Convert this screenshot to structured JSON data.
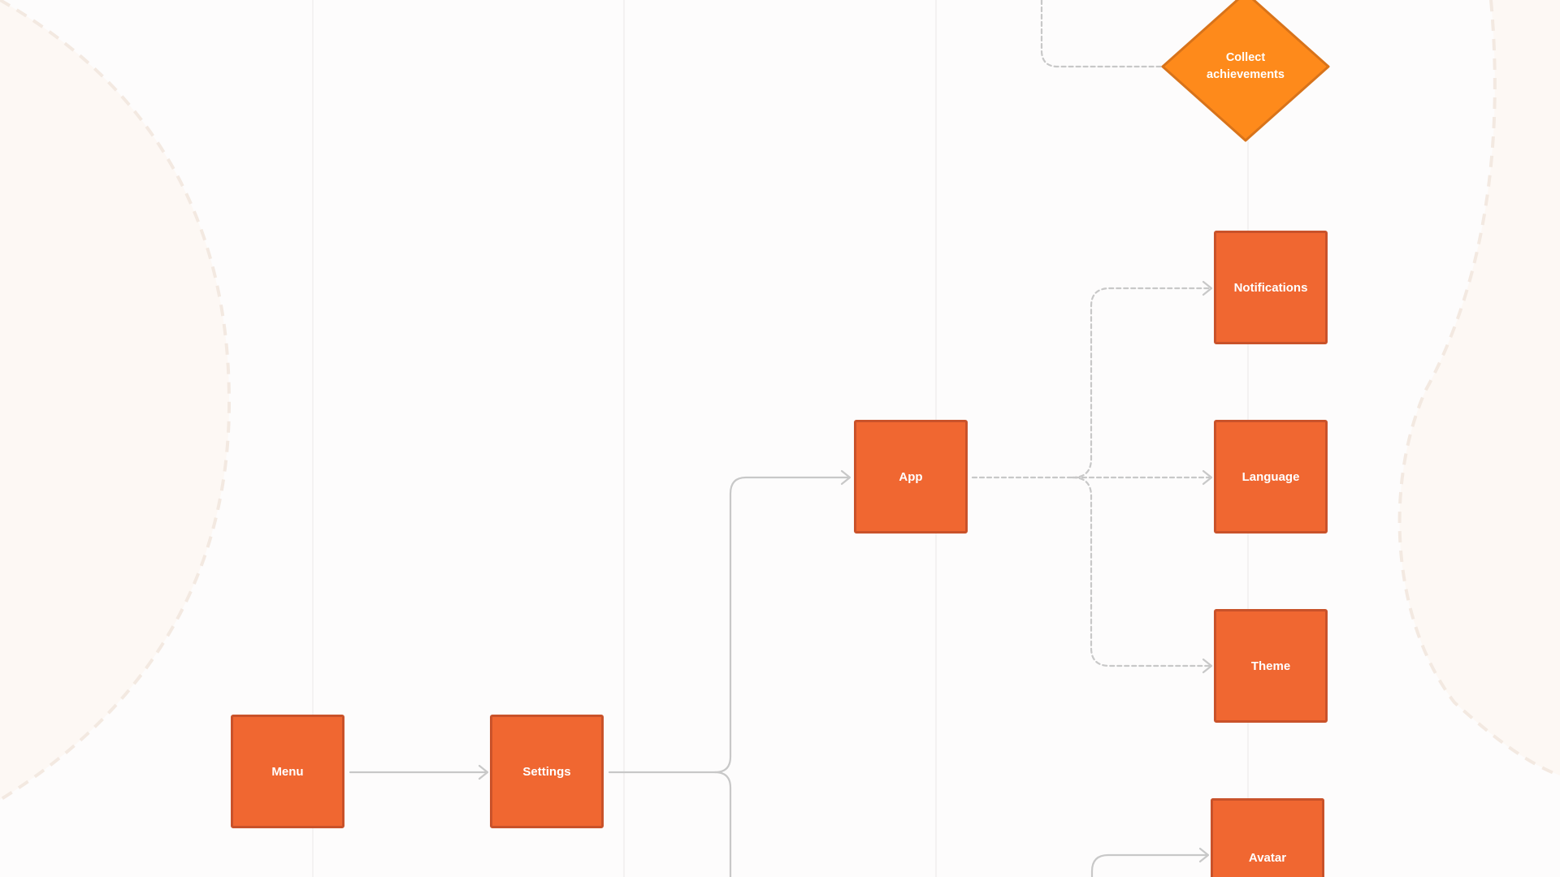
{
  "colors": {
    "background": "#fdfcfc",
    "node_fill": "#f06731",
    "node_border": "#c9522a",
    "decision_fill": "#fe8a1b",
    "decision_border": "#d8731a",
    "connector": "#c8c8c8",
    "region_fill": "#fdf8f4",
    "region_border": "#f3e9e1"
  },
  "nodes": {
    "menu": "Menu",
    "settings": "Settings",
    "app": "App",
    "notifications": "Notifications",
    "language": "Language",
    "theme": "Theme",
    "avatar": "Avatar"
  },
  "decision": {
    "collect_achievements": "Collect achievements"
  }
}
